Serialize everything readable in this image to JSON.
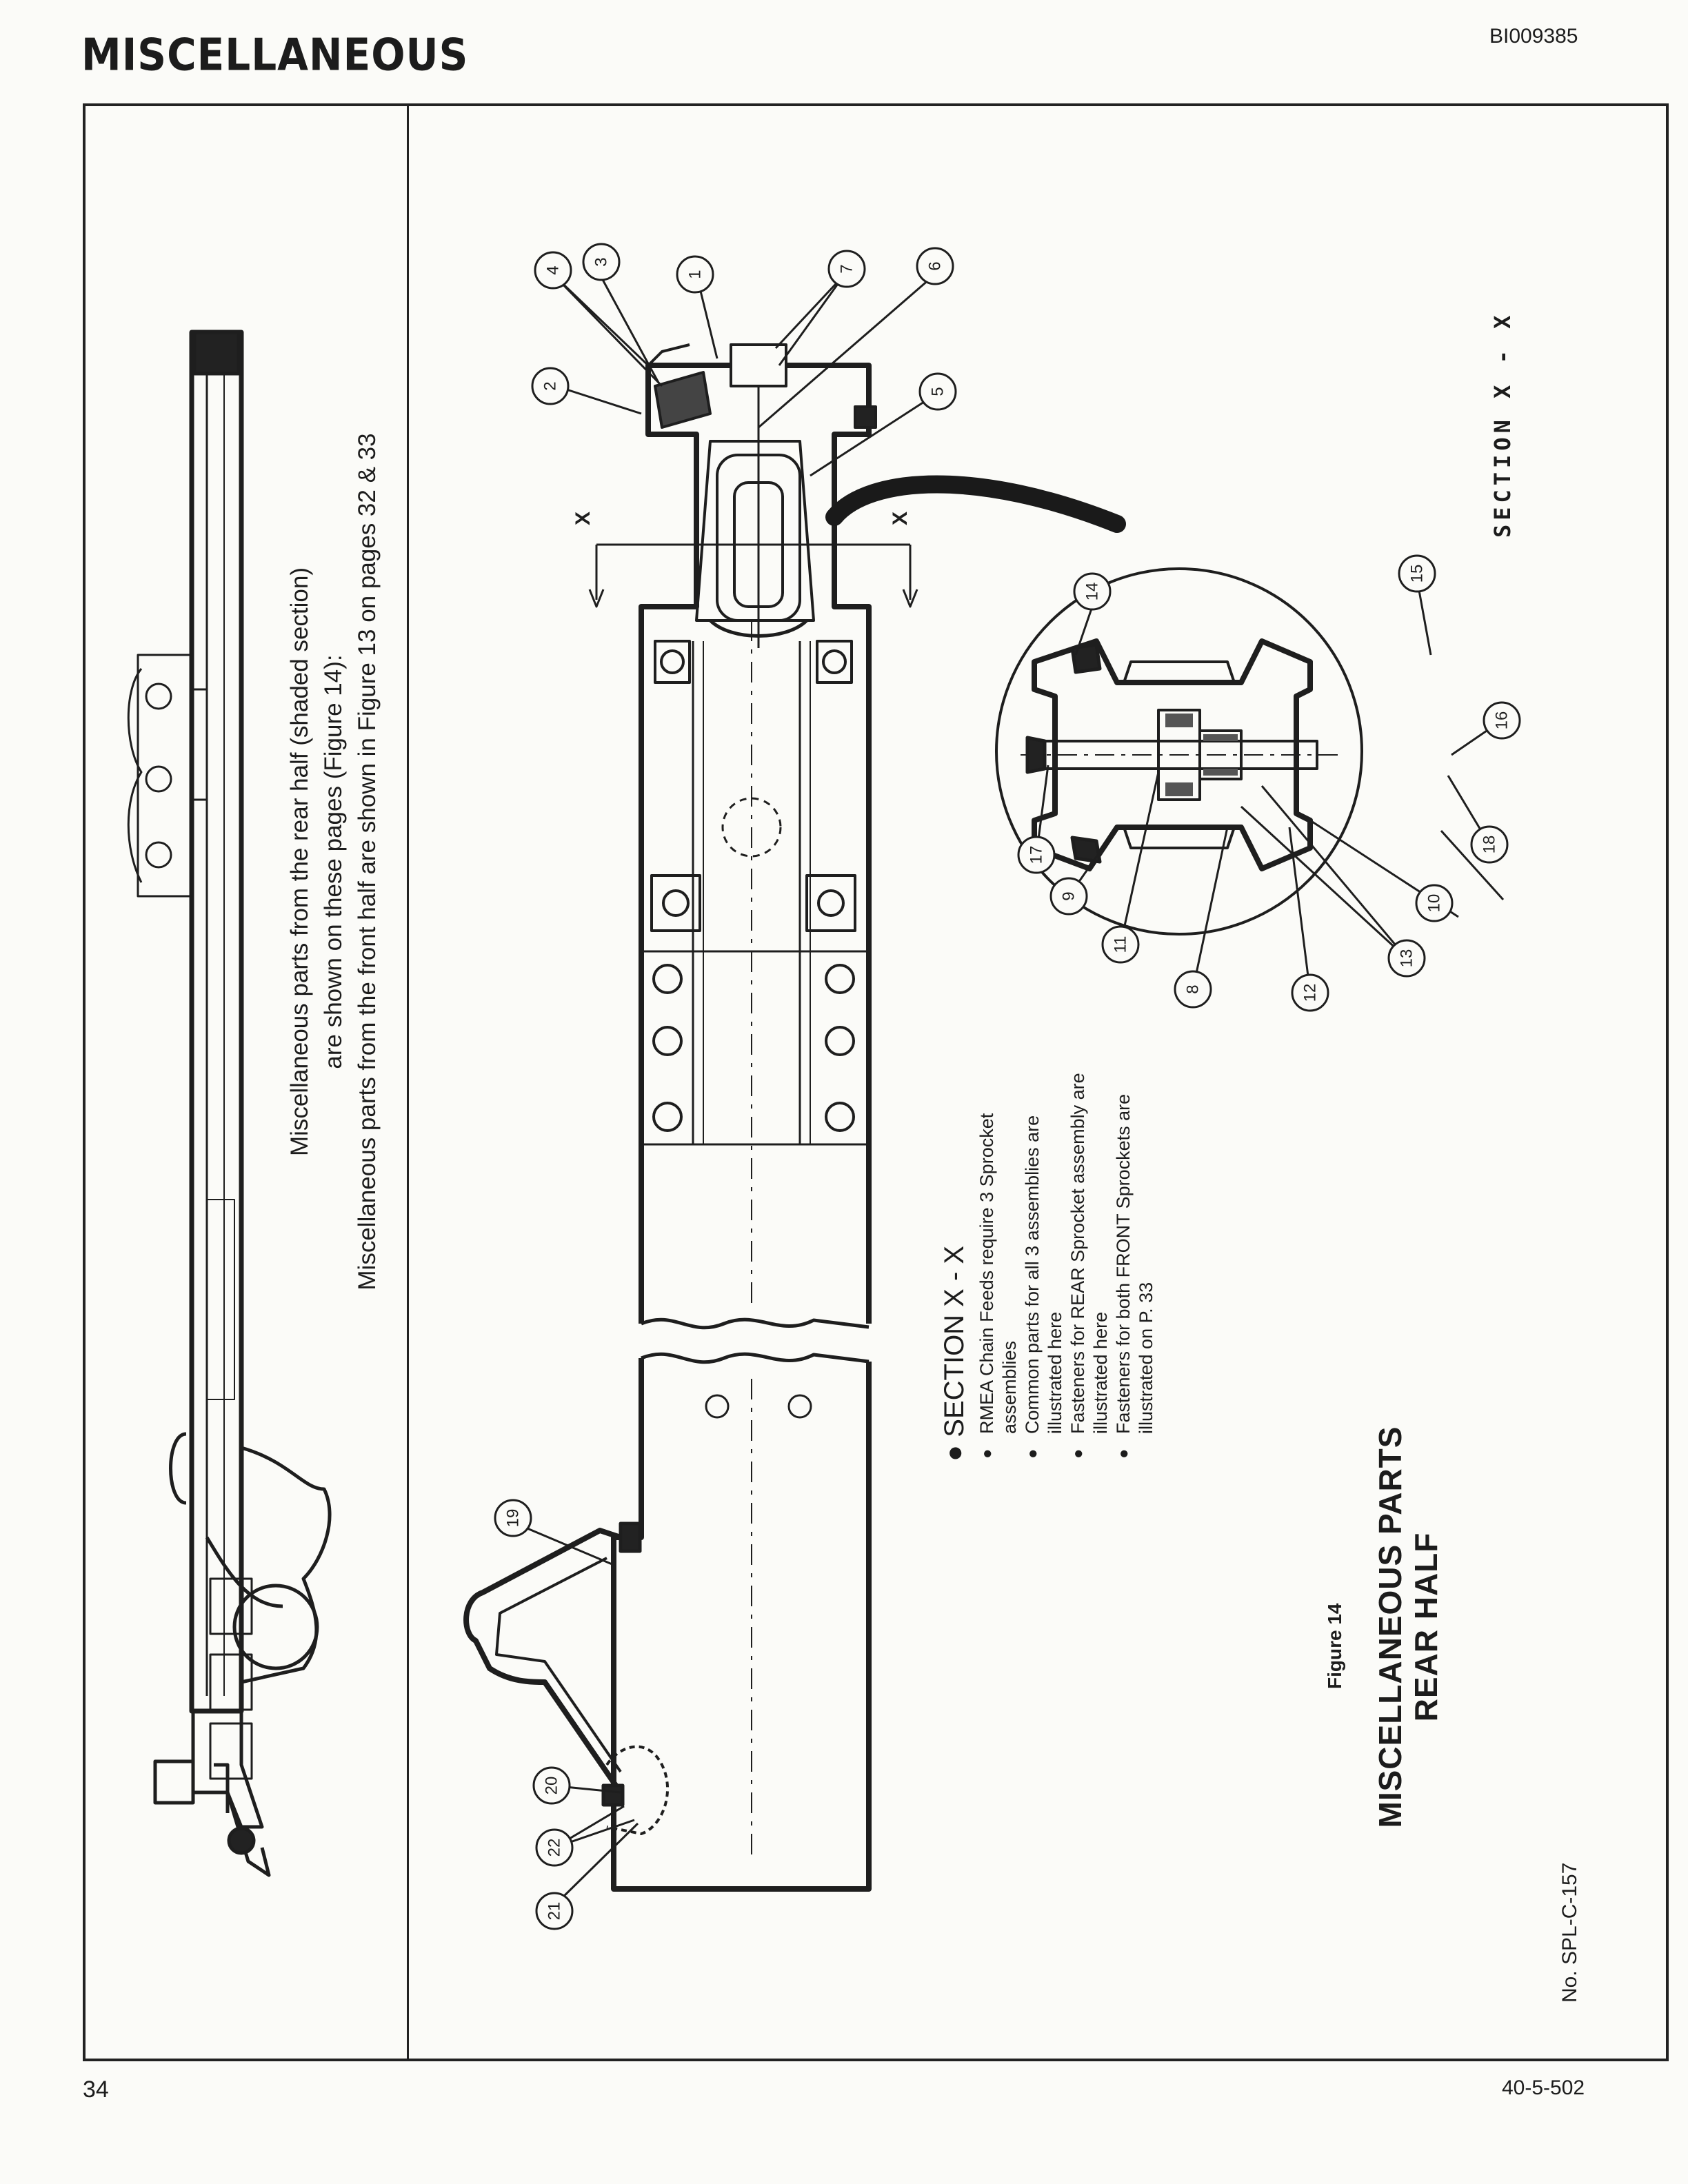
{
  "header": {
    "title": "MISCELLANEOUS",
    "doc_id": "BI009385"
  },
  "intro": {
    "line1": "Miscellaneous parts from the rear half (shaded section)",
    "line2": "are shown on these pages (Figure 14):",
    "line3": "Miscellaneous parts from the front half are shown in Figure 13 on pages 32 & 33"
  },
  "notes": {
    "heading": "SECTION X - X",
    "items": [
      "RMEA Chain Feeds require 3 Sprocket assemblies",
      "Common parts for all 3 assemblies are illustrated here",
      "Fasteners for REAR Sprocket assembly are illustrated here",
      "Fasteners for both FRONT Sprockets are illustrated on P. 33"
    ]
  },
  "figure": {
    "label": "Figure 14",
    "title_line1": "MISCELLANEOUS PARTS",
    "title_line2": "REAR HALF",
    "section_label": "SECTION X - X",
    "cut_mark": "X",
    "spl_number": "No. SPL-C-157"
  },
  "callouts": [
    "1",
    "2",
    "3",
    "4",
    "5",
    "6",
    "7",
    "8",
    "9",
    "10",
    "11",
    "12",
    "13",
    "14",
    "15",
    "16",
    "17",
    "18",
    "19",
    "20",
    "21",
    "22"
  ],
  "footer": {
    "page_number": "34",
    "doc_code": "40-5-502"
  }
}
